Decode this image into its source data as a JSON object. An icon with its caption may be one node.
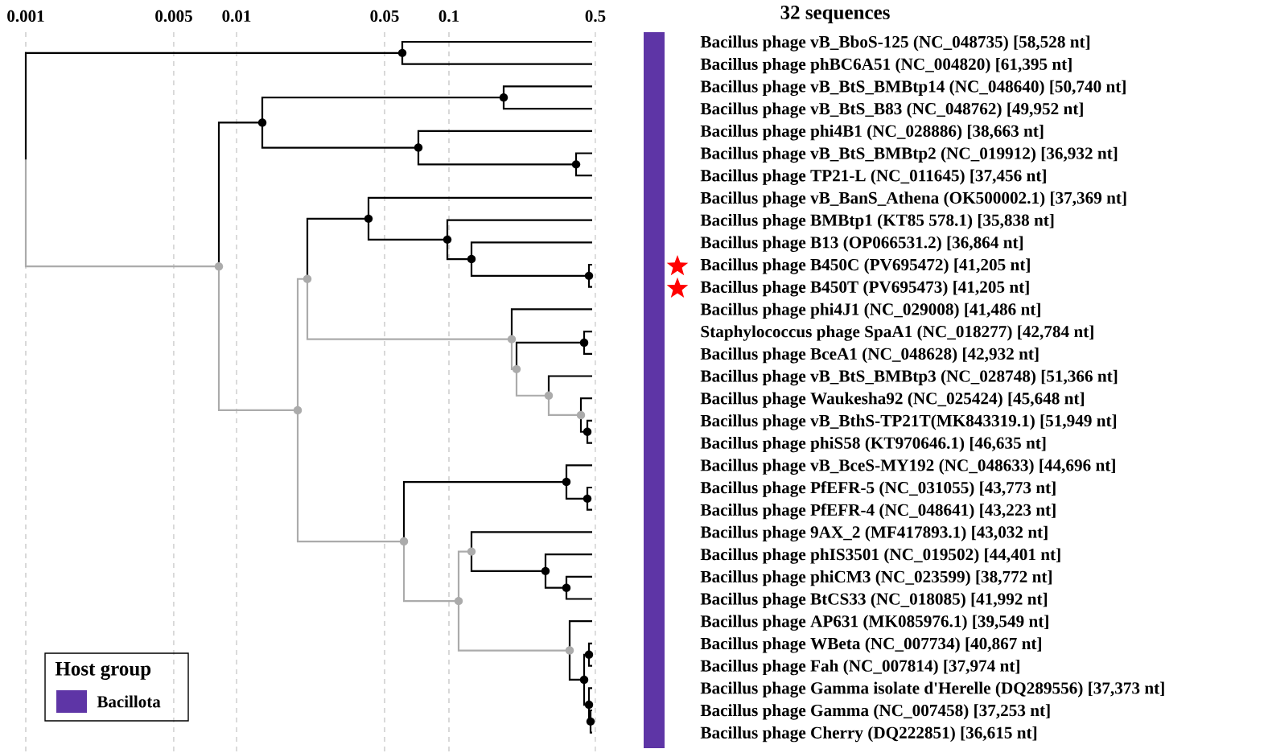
{
  "diagram": {
    "labels": [
      "0.001",
      "0.005",
      "0.01",
      "0.05",
      "0.1",
      "0.5",
      "32 sequences",
      "Bacillus phage vB_BboS-125 (NC_048735) [58,528 nt]",
      "Bacillus phage phBC6A51 (NC_004820) [61,395 nt]",
      "Bacillus phage vB_BtS_BMBtp14 (NC_048640) [50,740 nt]",
      "Bacillus phage vB_BtS_B83 (NC_048762) [49,952 nt]",
      "Bacillus phage phi4B1 (NC_028886) [38,663 nt]",
      "Bacillus phage vB_BtS_BMBtp2 (NC_019912) [36,932 nt]",
      "Bacillus phage TP21-L (NC_011645) [37,456 nt]",
      "Bacillus phage vB_BanS_Athena (OK500002.1) [37,369 nt]",
      "Bacillus phage BMBtp1 (KT85 578.1) [35,838 nt]",
      "Bacillus phage B13 (OP066531.2) [36,864 nt]",
      "Bacillus phage B450C (PV695472) [41,205 nt]",
      "Bacillus phage B450T (PV695473) [41,205 nt]",
      "Bacillus phage phi4J1 (NC_029008) [41,486 nt]",
      "Staphylococcus phage SpaA1 (NC_018277) [42,784 nt]",
      "Bacillus phage BceA1 (NC_048628) [42,932 nt]",
      "Bacillus phage vB_BtS_BMBtp3 (NC_028748) [51,366 nt]",
      "Bacillus phage Waukesha92 (NC_025424) [45,648 nt]",
      "Bacillus phage vB_BthS-TP21T(MK843319.1) [51,949 nt]",
      "Bacillus phage phiS58 (KT970646.1) [46,635 nt]",
      "Bacillus phage vB_BceS-MY192 (NC_048633) [44,696 nt]",
      "Bacillus phage PfEFR-5 (NC_031055) [43,773 nt]",
      "Bacillus phage PfEFR-4 (NC_048641) [43,223 nt]",
      "Bacillus phage 9AX_2 (MF417893.1) [43,032 nt]",
      "Bacillus phage phIS3501 (NC_019502) [44,401 nt]",
      "Bacillus phage phiCM3 (NC_023599) [38,772 nt]",
      "Bacillus phage BtCS33 (NC_018085) [41,992 nt]",
      "Bacillus phage AP631 (MK085976.1) [39,549 nt]",
      "Bacillus phage WBeta (NC_007734) [40,867 nt]",
      "Bacillus phage Fah (NC_007814) [37,974 nt]",
      "Bacillus phage Gamma isolate d'Herelle (DQ289556) [37,373 nt]",
      "Bacillus phage Gamma (NC_007458) [37,253 nt]",
      "Bacillus phage Cherry (DQ222851) [36,615 nt]",
      "Host group"
    ],
    "legend": [
      {
        "text": "Bacillota",
        "color": "#5e35a6"
      }
    ]
  }
}
